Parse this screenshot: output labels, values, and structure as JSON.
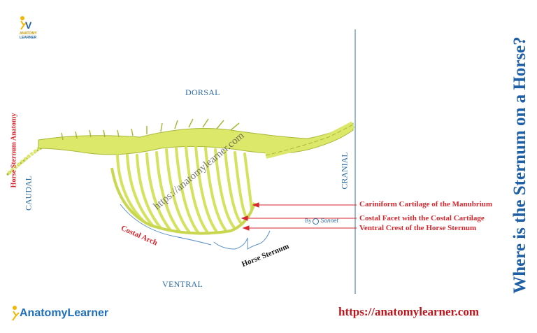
{
  "title": "Where is the Sternum on a Horse?",
  "side_label": "Horse Sternum Anatomy",
  "directions": {
    "dorsal": "DORSAL",
    "ventral": "VENTRAL",
    "caudal": "CAUDAL",
    "cranial": "CRANIAL"
  },
  "labels": {
    "costal_arch": "Costal Arch",
    "horse_sternum": "Horse Sternum",
    "by": "By",
    "sonnet": "Sonnet"
  },
  "callouts": [
    "Cariniform Cartilage of the Manubrium",
    "Costal Facet with the Costal Cartilage",
    "Ventral Crest of the Horse Sternum"
  ],
  "watermark": "https://anatomylearner.com",
  "footer": {
    "brand": "AnatomyLearner",
    "url": "https://anatomylearner.com"
  },
  "logo_small": {
    "letters": "V",
    "line1": "ANATOMY",
    "line2": "LEARNER"
  },
  "colors": {
    "bone": "#dce86a",
    "bone_dark": "#a9b83a",
    "arrow": "#d7262e",
    "accent_blue": "#1f5fa6",
    "guide_blue": "#2e6da4"
  }
}
